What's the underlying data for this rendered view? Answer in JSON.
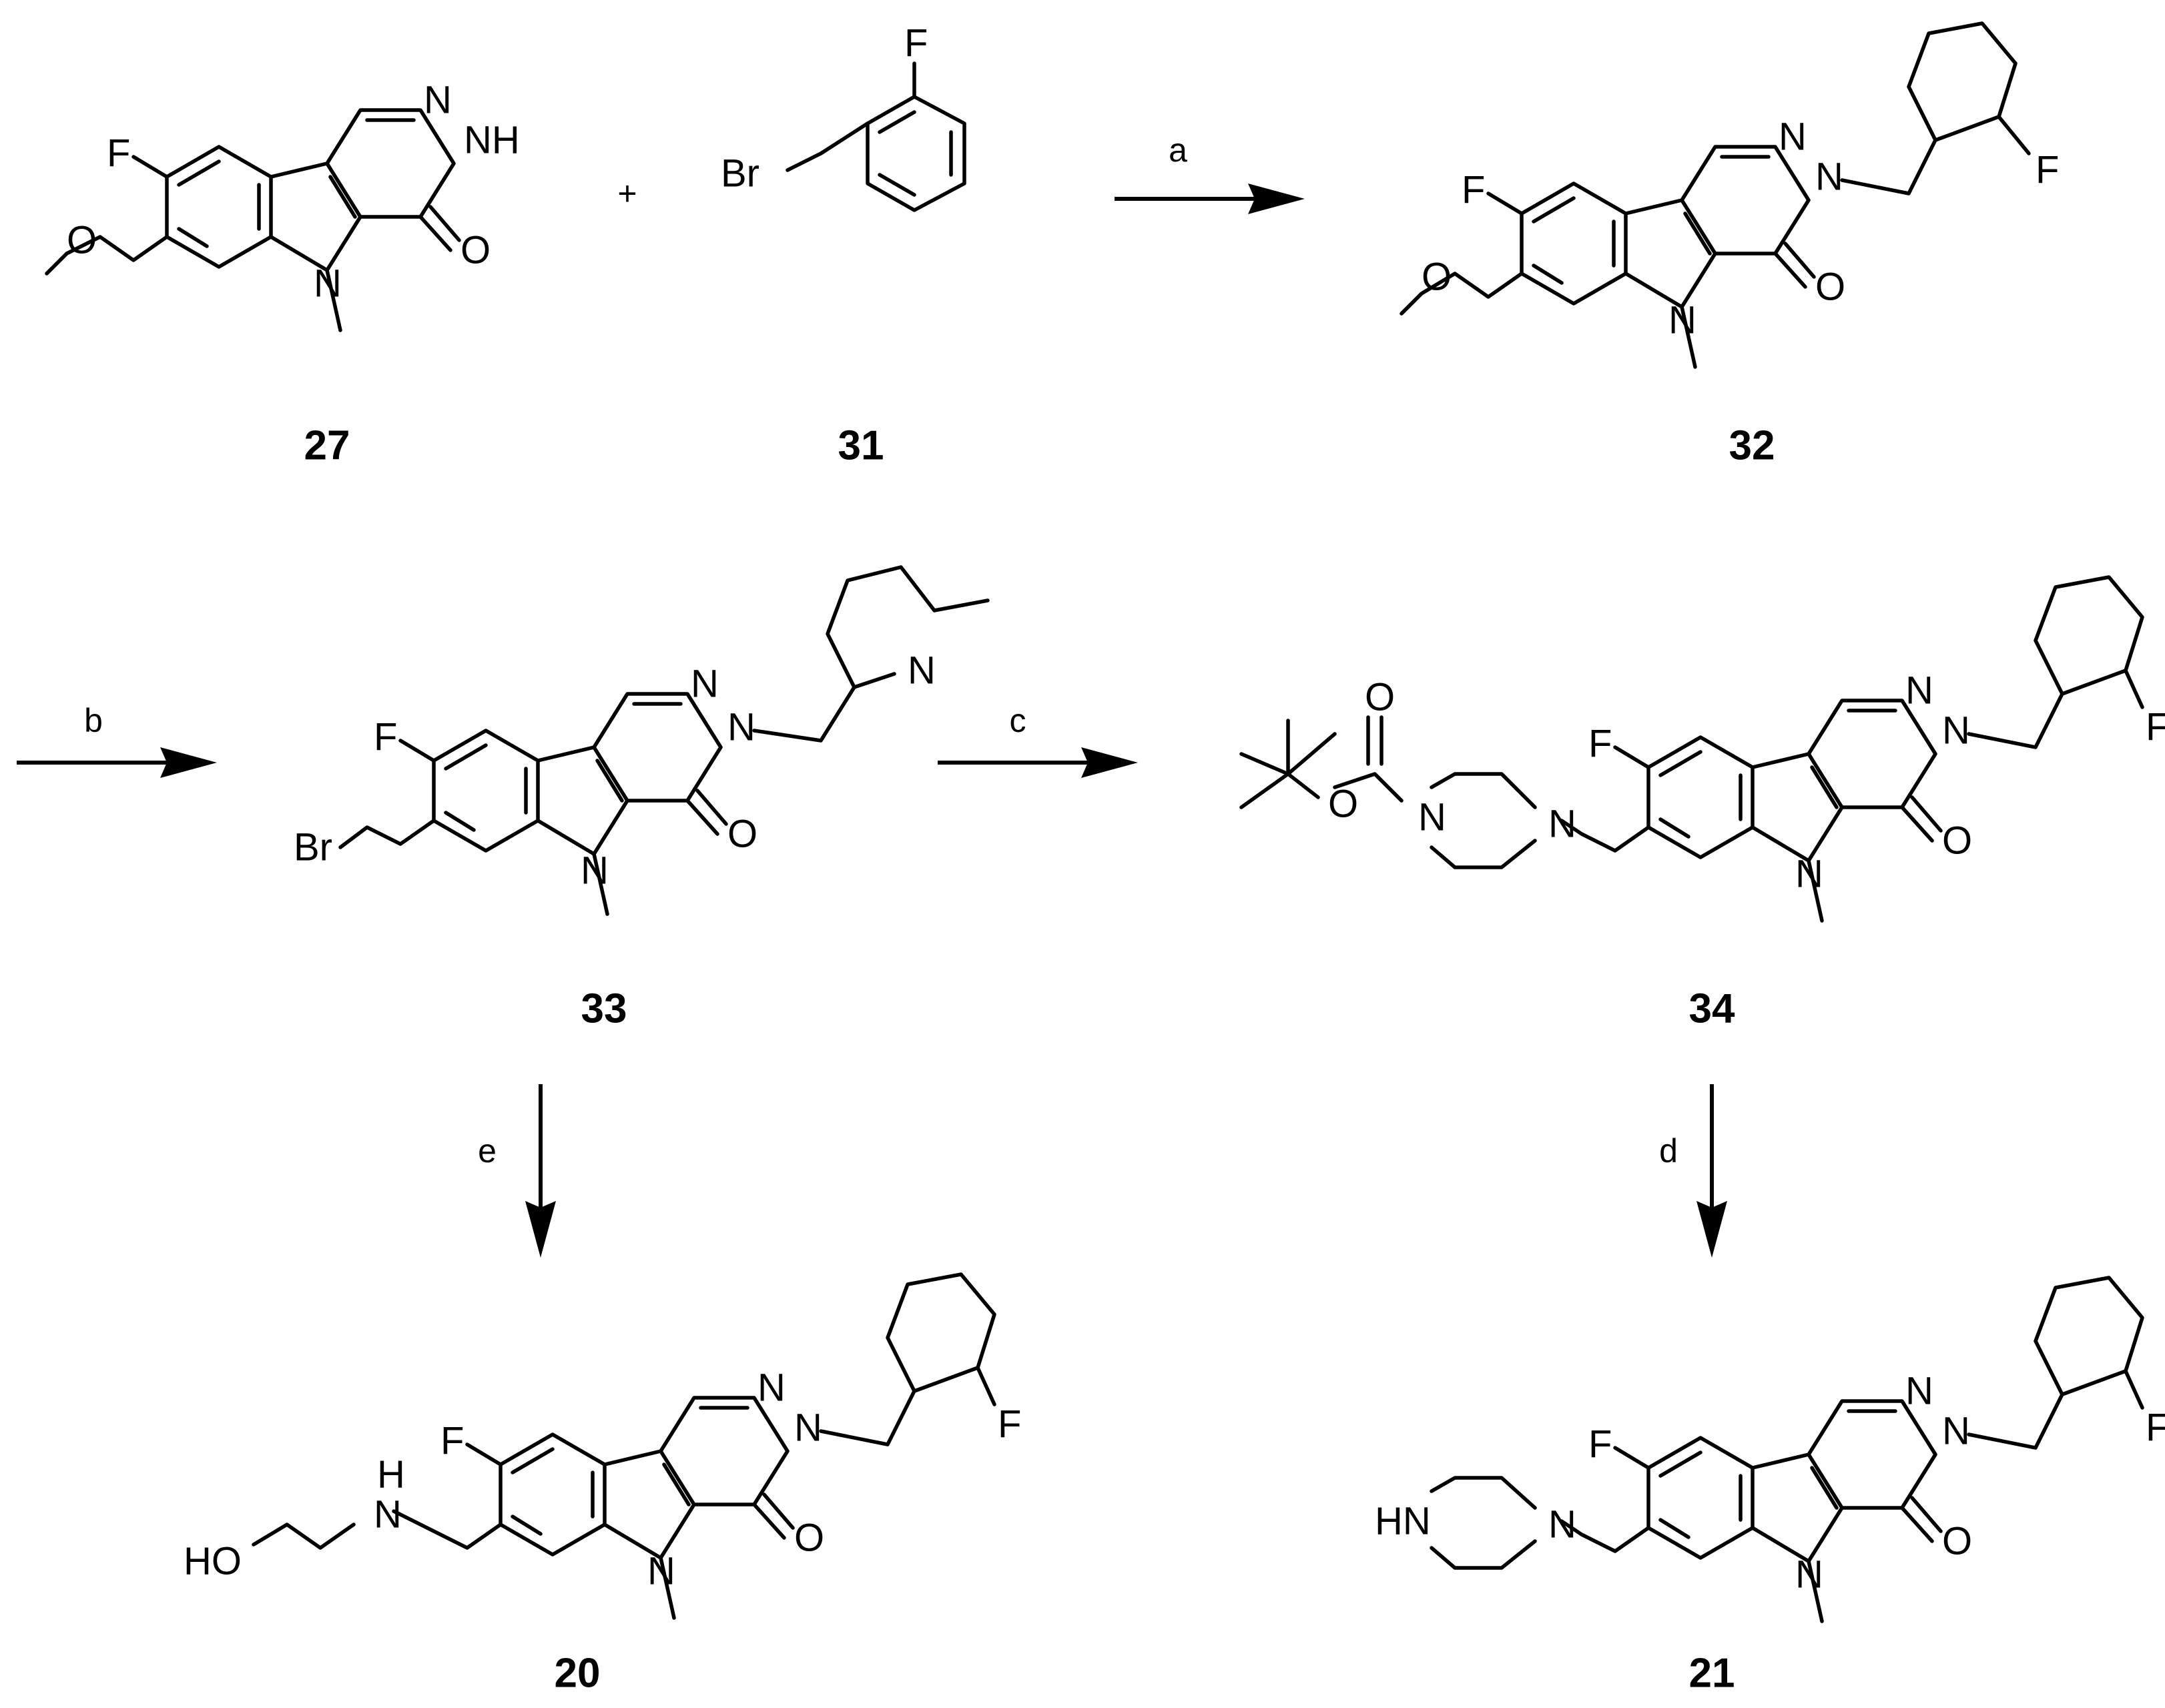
{
  "compounds": [
    {
      "id": "27",
      "label": "27"
    },
    {
      "id": "31",
      "label": "31"
    },
    {
      "id": "32",
      "label": "32"
    },
    {
      "id": "33",
      "label": "33"
    },
    {
      "id": "34",
      "label": "34"
    },
    {
      "id": "20",
      "label": "20"
    },
    {
      "id": "21",
      "label": "21"
    }
  ],
  "plus_sign": "+",
  "conditions": {
    "a": "a",
    "b": "b",
    "c": "c",
    "d": "d",
    "e": "e"
  },
  "atoms": {
    "F": "F",
    "N": "N",
    "NH": "NH",
    "O": "O",
    "Br": "Br",
    "H": "H",
    "HN": "HN",
    "HO": "HO"
  }
}
